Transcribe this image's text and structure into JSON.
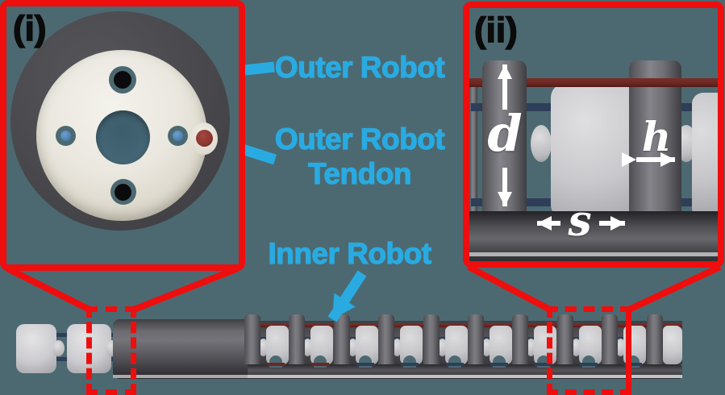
{
  "figure": {
    "panel_i_tag": "(i)",
    "panel_ii_tag": "(ii)",
    "labels": {
      "outer_robot": "Outer Robot",
      "outer_robot_tendon_line1": "Outer Robot",
      "outer_robot_tendon_line2": "Tendon",
      "inner_robot": "Inner Robot"
    },
    "dimensions": {
      "ring_diameter": "d",
      "ring_height": "h",
      "ring_spacing": "s"
    }
  },
  "colors": {
    "background": "#4C6971",
    "frame_red": "#EE0E0E",
    "accent_blue": "#29ABE2",
    "label_black": "#0B0B0B",
    "dimension_white": "#FFFFFF",
    "outer_tendon_red": "#6B2722",
    "inner_tendon_navy": "#2E3E59",
    "tendon_dot_red": "#8C3530",
    "pin_blue": "#4A7CB0"
  }
}
